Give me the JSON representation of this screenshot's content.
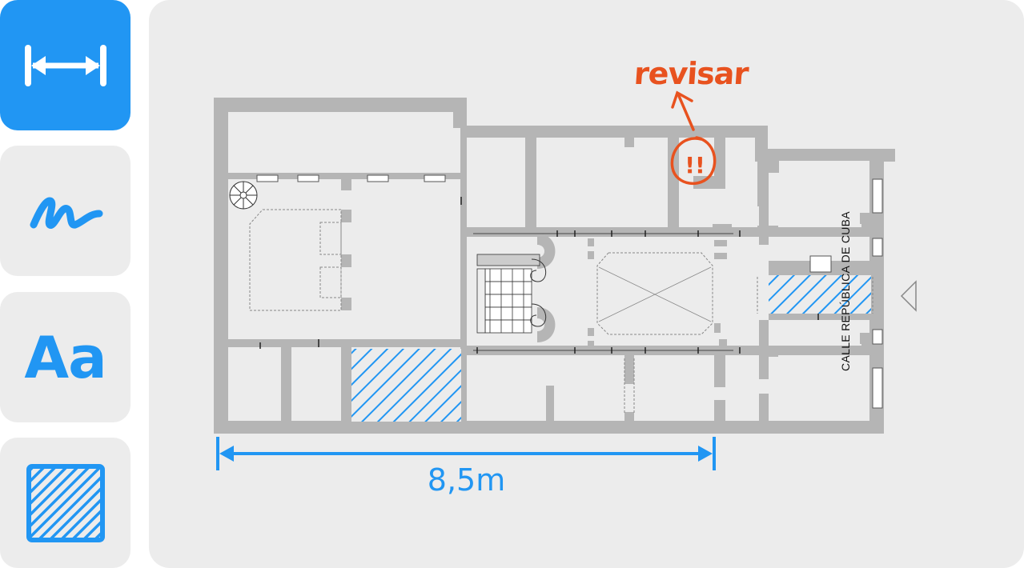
{
  "toolbar": {
    "items": [
      {
        "id": "dimension",
        "icon": "dimension-arrow-icon",
        "active": true
      },
      {
        "id": "freehand",
        "icon": "freehand-squiggle-icon",
        "active": false
      },
      {
        "id": "text",
        "icon": "text-aa-icon",
        "label": "Aa",
        "active": false
      },
      {
        "id": "hatch",
        "icon": "hatch-fill-icon",
        "active": false
      }
    ]
  },
  "canvas": {
    "dimension_label": "8,5m",
    "annotation_label": "revisar",
    "annotation_mark": "!!",
    "street_label": "CALLE REPÚBLICA DE CUBA",
    "colors": {
      "accent": "#2196f3",
      "annotation": "#e8521f",
      "wall": "#b5b5b5",
      "floor": "#ececec"
    }
  }
}
